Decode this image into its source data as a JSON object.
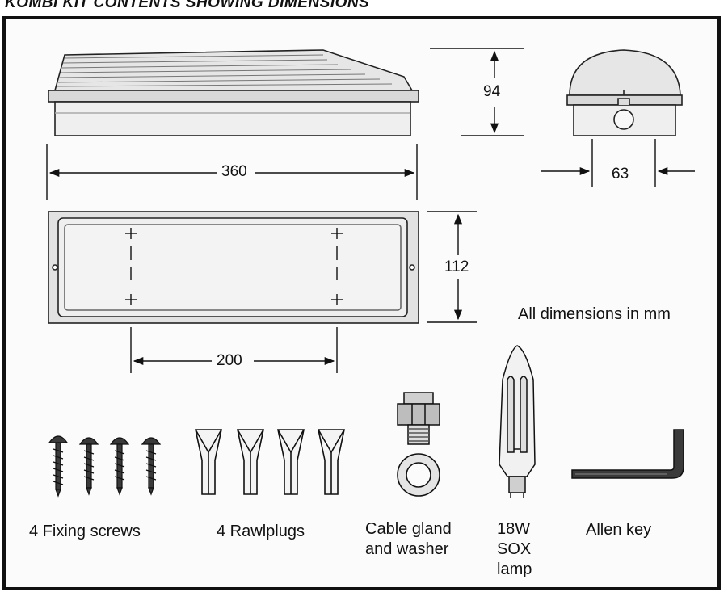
{
  "header": {
    "text": "KOMBI KIT CONTENTS SHOWING DIMENSIONS"
  },
  "dimensions": {
    "length": "360",
    "height": "94",
    "depth": "63",
    "width": "112",
    "fixing_centres": "200"
  },
  "note": "All dimensions in mm",
  "items": {
    "screws": "4 Fixing screws",
    "rawlplugs": "4 Rawlplugs",
    "gland_line1": "Cable gland",
    "gland_line2": "and washer",
    "lamp_line1": "18W",
    "lamp_line2": "SOX",
    "lamp_line3": "lamp",
    "allen_key": "Allen key"
  }
}
